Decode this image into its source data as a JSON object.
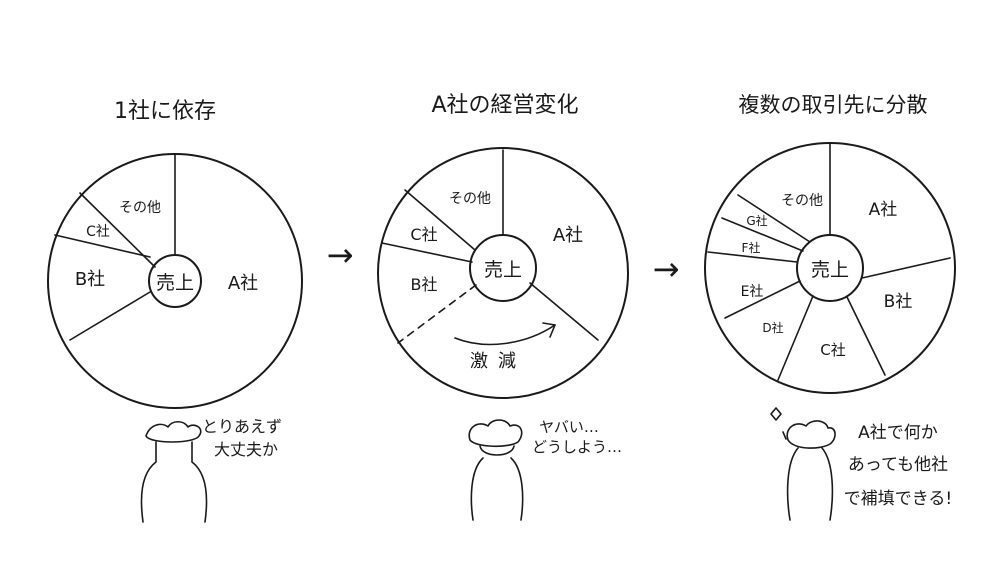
{
  "panels": [
    {
      "title": "1社に依存",
      "center": "売上",
      "segments": [
        "A社",
        "B社",
        "C社",
        "その他"
      ],
      "speech": [
        "とりあえず",
        "大丈夫か"
      ]
    },
    {
      "title": "A社の経営変化",
      "center": "売上",
      "segments": [
        "A社",
        "B社",
        "C社",
        "その他"
      ],
      "note": "激減",
      "speech": [
        "ヤバい…",
        "どうしよう…"
      ]
    },
    {
      "title": "複数の取引先に分散",
      "center": "売上",
      "segments": [
        "A社",
        "B社",
        "C社",
        "D社",
        "E社",
        "F社",
        "G社",
        "その他"
      ],
      "speech": [
        "A社で何か",
        "あっても他社",
        "で補填できる!"
      ]
    }
  ],
  "arrows": [
    "→",
    "→"
  ]
}
